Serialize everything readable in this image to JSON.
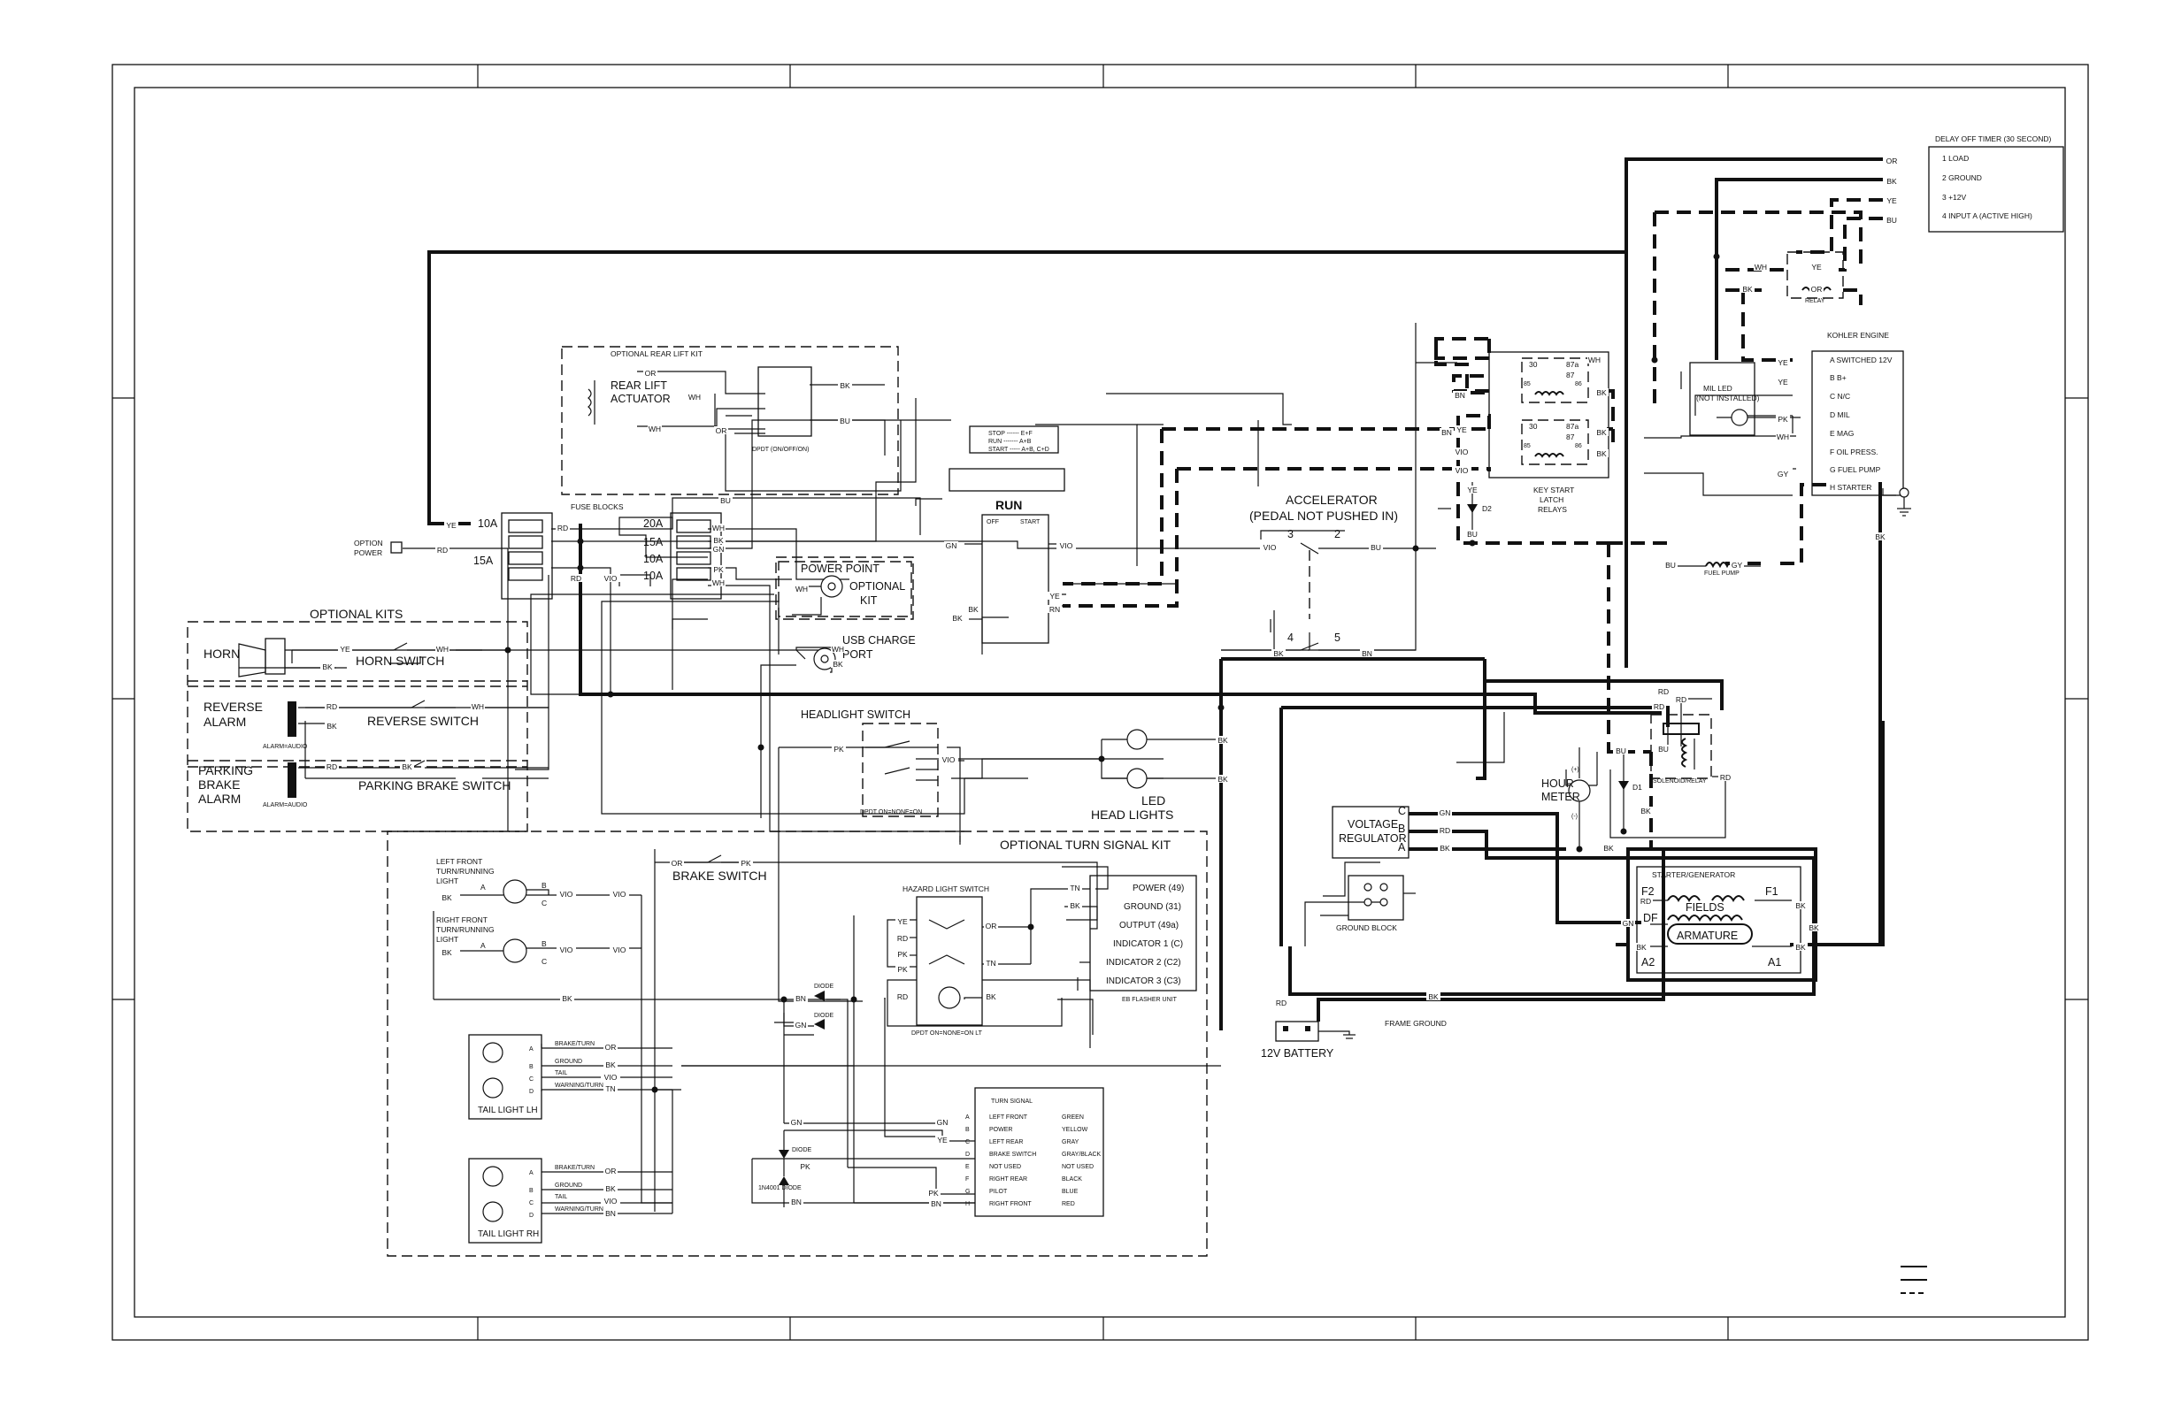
{
  "kits": {
    "rear_lift_kit": "OPTIONAL REAR LIFT KIT",
    "rear_lift_actuator": [
      "REAR LIFT",
      "ACTUATOR"
    ],
    "dpdt_on_off_on": "DPDT (ON/OFF/ON)",
    "optional_kits": "OPTIONAL KITS",
    "turn_signal_kit": "OPTIONAL TURN SIGNAL KIT"
  },
  "fuse": {
    "title": "FUSE BLOCKS",
    "left": [
      "10A",
      "15A"
    ],
    "right": [
      "20A",
      "15A",
      "10A",
      "10A"
    ]
  },
  "option_power": [
    "OPTION",
    "POWER"
  ],
  "horn": {
    "label": "HORN",
    "switch": "HORN SWITCH"
  },
  "reverse": {
    "label": [
      "REVERSE",
      "ALARM"
    ],
    "switch": "REVERSE SWITCH",
    "audio": "ALARM=AUDIO"
  },
  "parking": {
    "label": [
      "PARKING",
      "BRAKE",
      "ALARM"
    ],
    "switch": "PARKING BRAKE SWITCH",
    "audio": "ALARM=AUDIO"
  },
  "power_point": {
    "label": "POWER POINT",
    "kit": [
      "OPTIONAL",
      "KIT"
    ]
  },
  "usb": [
    "USB CHARGE",
    "PORT"
  ],
  "headlight": {
    "switch": "HEADLIGHT SWITCH",
    "sw_type": "DPDT ON=NONE=ON",
    "led": [
      "LED",
      "HEAD LIGHTS"
    ]
  },
  "key_switch": {
    "title": "RUN",
    "legend": [
      "STOP ------ E+F",
      "RUN ------- A+B",
      "START ----- A+B, C+D"
    ],
    "cols": [
      "OFF",
      "START"
    ]
  },
  "accelerator": {
    "label": [
      "ACCELERATOR",
      "(PEDAL  NOT PUSHED IN)"
    ],
    "pins": [
      "3",
      "2",
      "4",
      "5"
    ]
  },
  "latch_relays": {
    "label": [
      "KEY START",
      "LATCH",
      "RELAYS"
    ],
    "pins": [
      "30",
      "87a",
      "87",
      "85",
      "86"
    ]
  },
  "diode_d2": "D2",
  "delay_timer": {
    "title": "DELAY OFF TIMER (30 SECOND)",
    "rows": [
      "1  LOAD",
      "2  GROUND",
      "3  +12V",
      "4  INPUT A (ACTIVE HIGH)"
    ]
  },
  "kohler": {
    "title": "KOHLER ENGINE",
    "rows": [
      "A  SWITCHED 12V",
      "B  B+",
      "C  N/C",
      "D  MIL",
      "E  MAG",
      "F  OIL PRESS.",
      "G  FUEL PUMP",
      "H  STARTER"
    ]
  },
  "mil_led": [
    "MIL LED",
    "(NOT INSTALLED)"
  ],
  "relay_small": "RELAY",
  "fuel_pump": "FUEL PUMP",
  "hour_meter": {
    "label": [
      "HOUR",
      "METER"
    ],
    "plus": "(+)",
    "minus": "(-)",
    "d1": "D1"
  },
  "solenoid": "SOLENOID/RELAY",
  "voltage_reg": [
    "VOLTAGE",
    "REGULATOR"
  ],
  "vr_pins": [
    "C",
    "B",
    "A"
  ],
  "ground_block": "GROUND BLOCK",
  "starter_gen": {
    "title": "STARTER/GENERATOR",
    "fields": "FIELDS",
    "armature": "ARMATURE",
    "pins": [
      "F2",
      "F1",
      "DF",
      "A2",
      "A1"
    ]
  },
  "battery": "12V BATTERY",
  "frame_ground": "FRAME GROUND",
  "lights": {
    "lf": [
      "LEFT FRONT",
      "TURN/RUNNING",
      "LIGHT"
    ],
    "rf": [
      "RIGHT FRONT",
      "TURN/RUNNING",
      "LIGHT"
    ],
    "pins": [
      "A",
      "B",
      "C",
      "D"
    ],
    "tail_lh": "TAIL LIGHT LH",
    "tail_rh": "TAIL LIGHT RH",
    "tail_rows": [
      "BRAKE/TURN",
      "GROUND",
      "TAIL",
      "WARNING/TURN"
    ]
  },
  "brake_switch": "BRAKE SWITCH",
  "hazard": {
    "title": "HAZARD LIGHT SWITCH",
    "sw_type": "DPDT ON=NONE=ON LT"
  },
  "flasher": {
    "rows": [
      "POWER (49)",
      "GROUND (31)",
      "OUTPUT (49a)",
      "INDICATOR 1 (C)",
      "INDICATOR 2 (C2)",
      "INDICATOR 3 (C3)"
    ],
    "label": "EB FLASHER UNIT"
  },
  "diodes": {
    "d_a": "DIODE",
    "d_b": "DIODE",
    "d_c": "DIODE",
    "d_d": "1N4001 DIODE"
  },
  "turn_signal_table": {
    "title": "TURN SIGNAL",
    "rows": [
      [
        "LEFT FRONT",
        "GREEN"
      ],
      [
        "POWER",
        "YELLOW"
      ],
      [
        "LEFT REAR",
        "GRAY"
      ],
      [
        "BRAKE SWITCH",
        "GRAY/BLACK"
      ],
      [
        "NOT USED",
        "NOT USED"
      ],
      [
        "RIGHT REAR",
        "BLACK"
      ],
      [
        "PILOT",
        "BLUE"
      ],
      [
        "RIGHT FRONT",
        "RED"
      ]
    ],
    "pins": [
      "A",
      "B",
      "C",
      "D",
      "E",
      "F",
      "G",
      "H"
    ]
  },
  "wire_labels": {
    "ye": "YE",
    "rd": "RD",
    "bk": "BK",
    "wh": "WH",
    "bu": "BU",
    "or": "OR",
    "gn": "GN",
    "vio": "VIO",
    "pk": "PK",
    "rn": "RN",
    "tn": "TN",
    "bn": "BN",
    "gy": "GY"
  }
}
